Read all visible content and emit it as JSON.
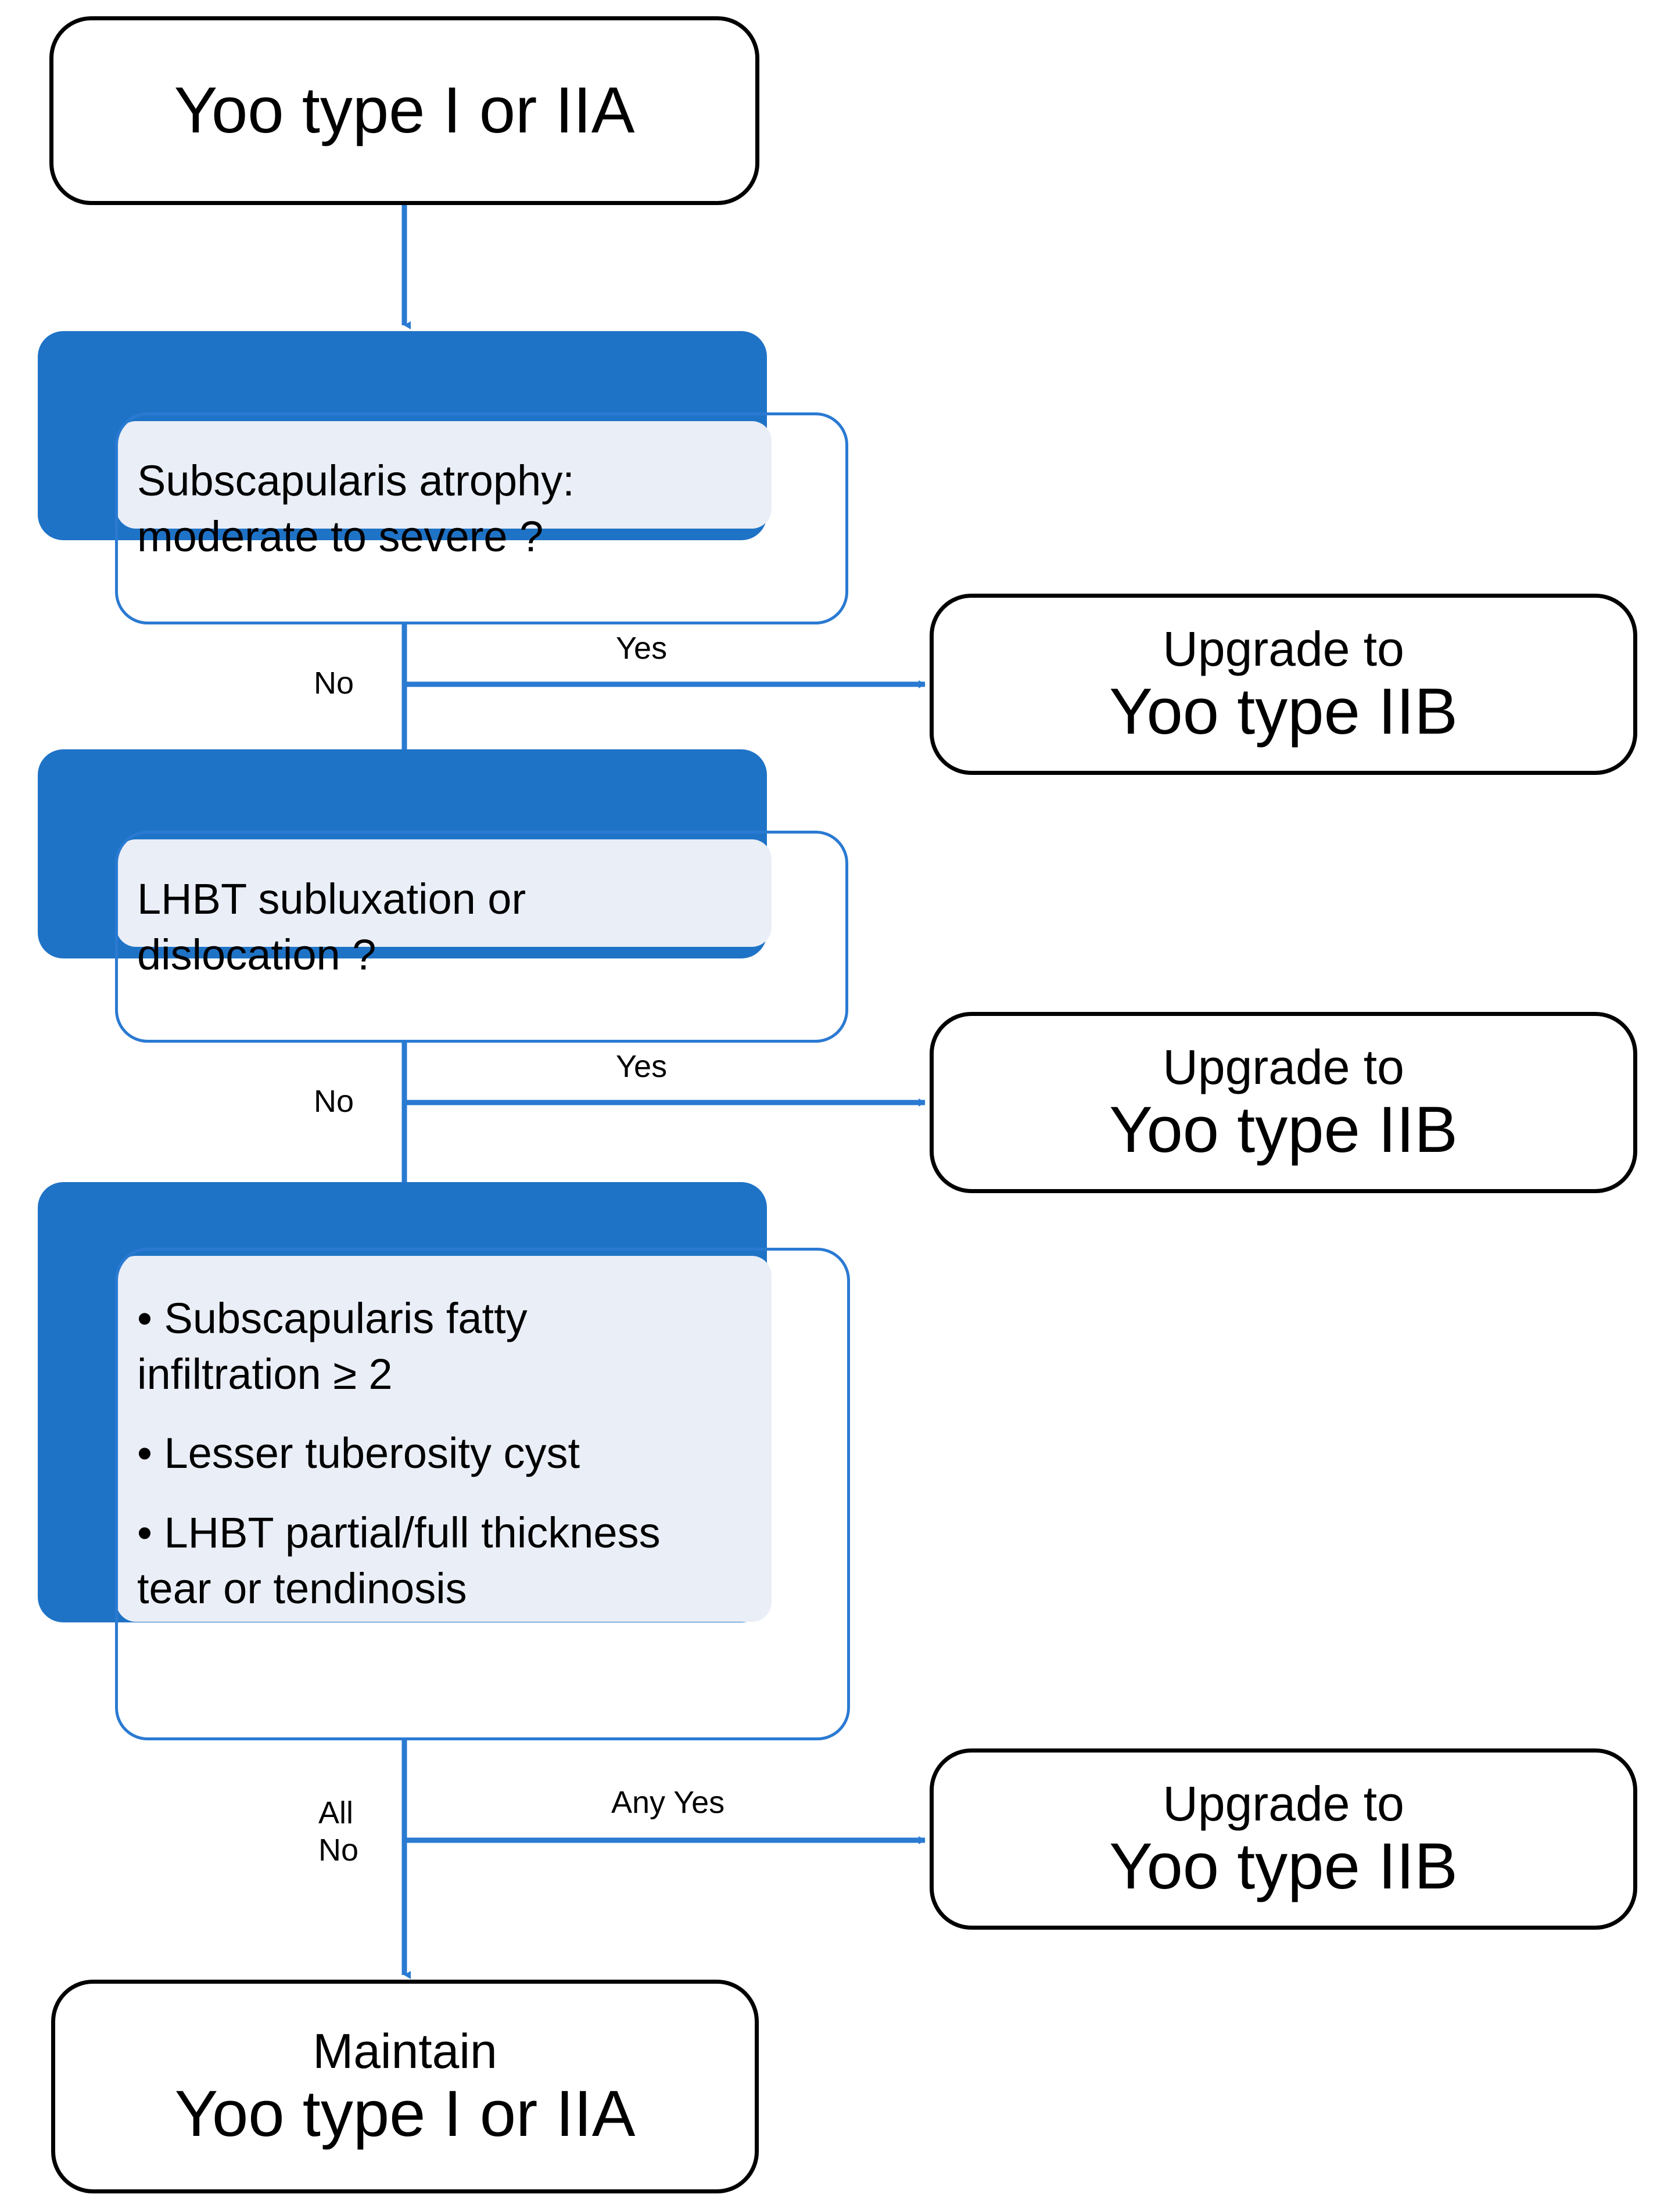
{
  "diagram": {
    "title": "Yoo type I or IIA upgrade decision flowchart",
    "colors": {
      "accent_blue": "#1f73c6",
      "outline_blue": "#2a7ad2",
      "text_plate": "#eaeef7",
      "connector_blue": "#2a7ad2",
      "terminal_outline": "#000000",
      "background": "#ffffff"
    },
    "start": {
      "label": "Yoo type I or IIA"
    },
    "decisions": [
      {
        "id": "subscapularis-atrophy",
        "lines": [
          "Subscapularis atrophy:",
          "moderate to severe ?"
        ],
        "no_label": "No",
        "yes_label": "Yes"
      },
      {
        "id": "lhbt-subluxation",
        "lines": [
          "LHBT subluxation or",
          "dislocation ?"
        ],
        "no_label": "No",
        "yes_label": "Yes"
      },
      {
        "id": "composite-criteria",
        "bullets": [
          "• Subscapularis fatty infiltration ≥ 2",
          "• Lesser tuberosity cyst",
          "• LHBT partial/full thickness tear or tendinosis"
        ],
        "bullet_lines": [
          [
            "• Subscapularis fatty",
            "infiltration ≥ 2"
          ],
          [
            "• Lesser tuberosity cyst"
          ],
          [
            "• LHBT partial/full thickness",
            "tear or tendinosis"
          ]
        ],
        "no_label_line1": "All",
        "no_label_line2": "No",
        "yes_label": "Any Yes"
      }
    ],
    "outcomes": [
      {
        "id": "upgrade-1",
        "line1": "Upgrade to",
        "line2": "Yoo type IIB"
      },
      {
        "id": "upgrade-2",
        "line1": "Upgrade to",
        "line2": "Yoo type IIB"
      },
      {
        "id": "upgrade-3",
        "line1": "Upgrade to",
        "line2": "Yoo type IIB"
      }
    ],
    "end": {
      "line1": "Maintain",
      "line2": "Yoo type I or IIA"
    }
  }
}
